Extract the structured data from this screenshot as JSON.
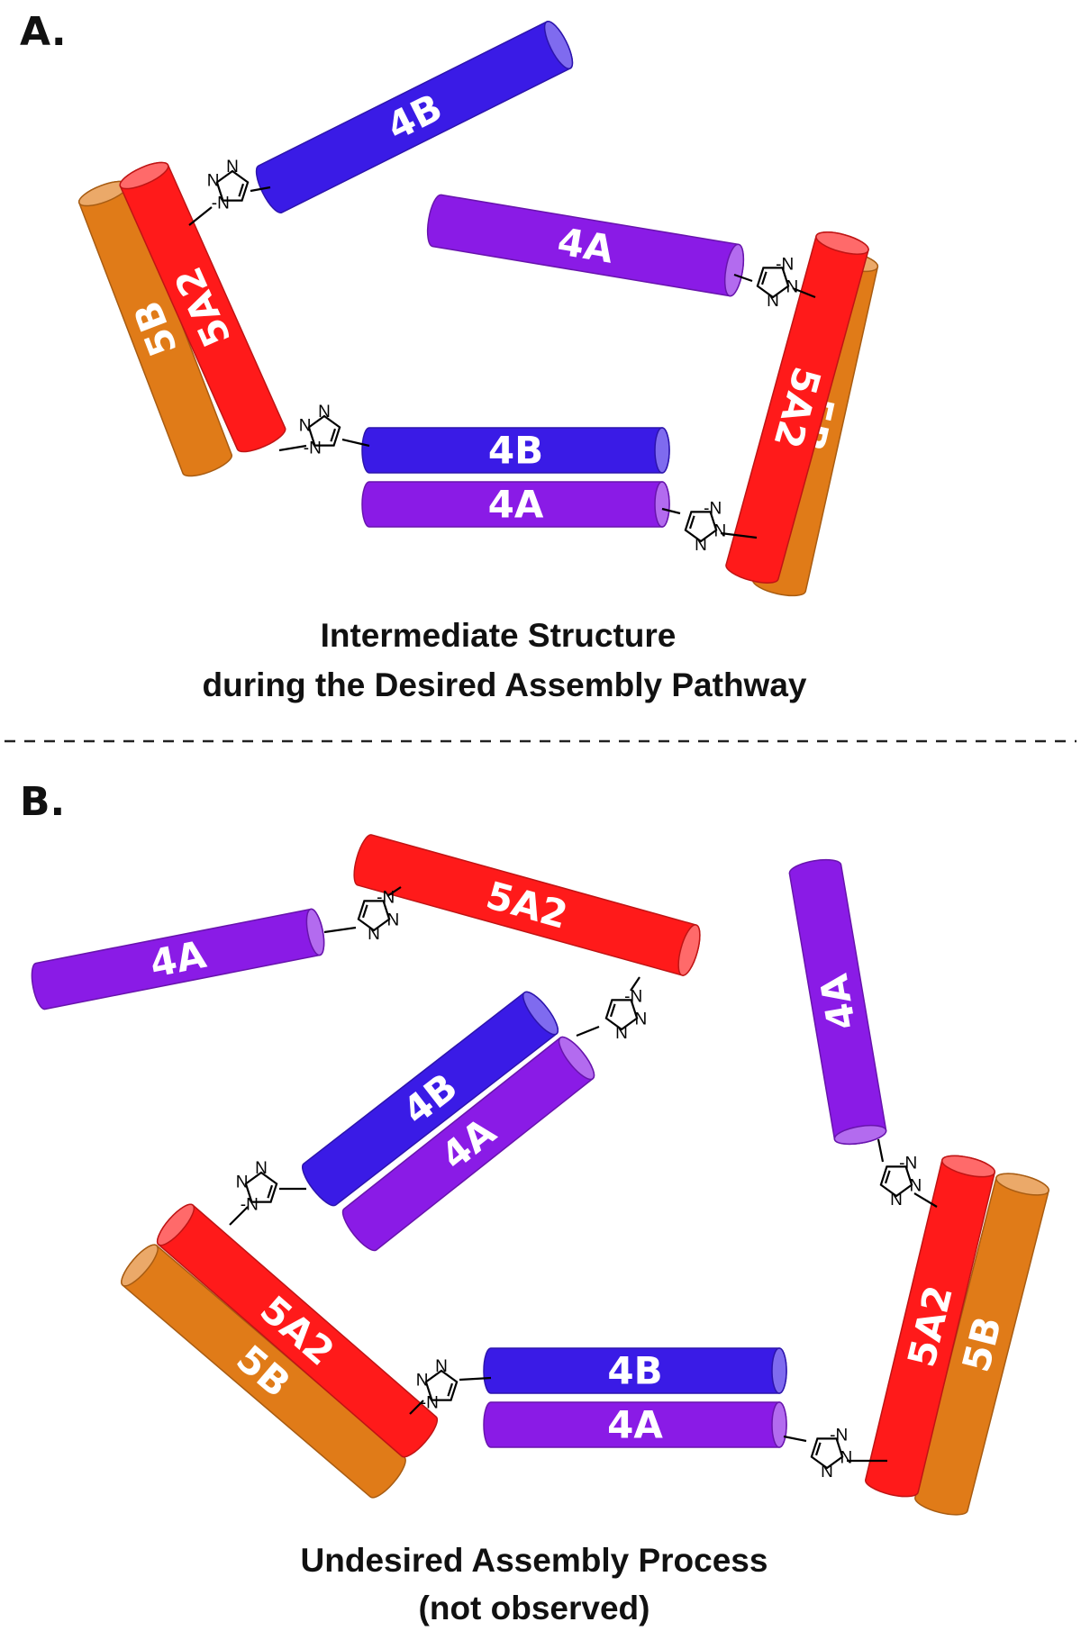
{
  "panels": [
    {
      "letter": "A.",
      "caption_lines": [
        "Intermediate Structure",
        "during the Desired Assembly Pathway"
      ]
    },
    {
      "letter": "B.",
      "caption_lines": [
        "Undesired Assembly Process",
        "(not observed)"
      ]
    }
  ],
  "helix_labels": {
    "h4A": "4A",
    "h4B": "4B",
    "h5A2": "5A2",
    "h5B": "5B"
  },
  "triazole_atoms": {
    "nitrogen": "N",
    "nitrogen_with_bar": "-N"
  },
  "colors": {
    "helix_4B": "#3a1be6",
    "helix_4A": "#8a1be6",
    "helix_5A2": "#ff1a1a",
    "helix_5B": "#e07b18",
    "label_text": "#ffffff",
    "linker": "#000000"
  }
}
